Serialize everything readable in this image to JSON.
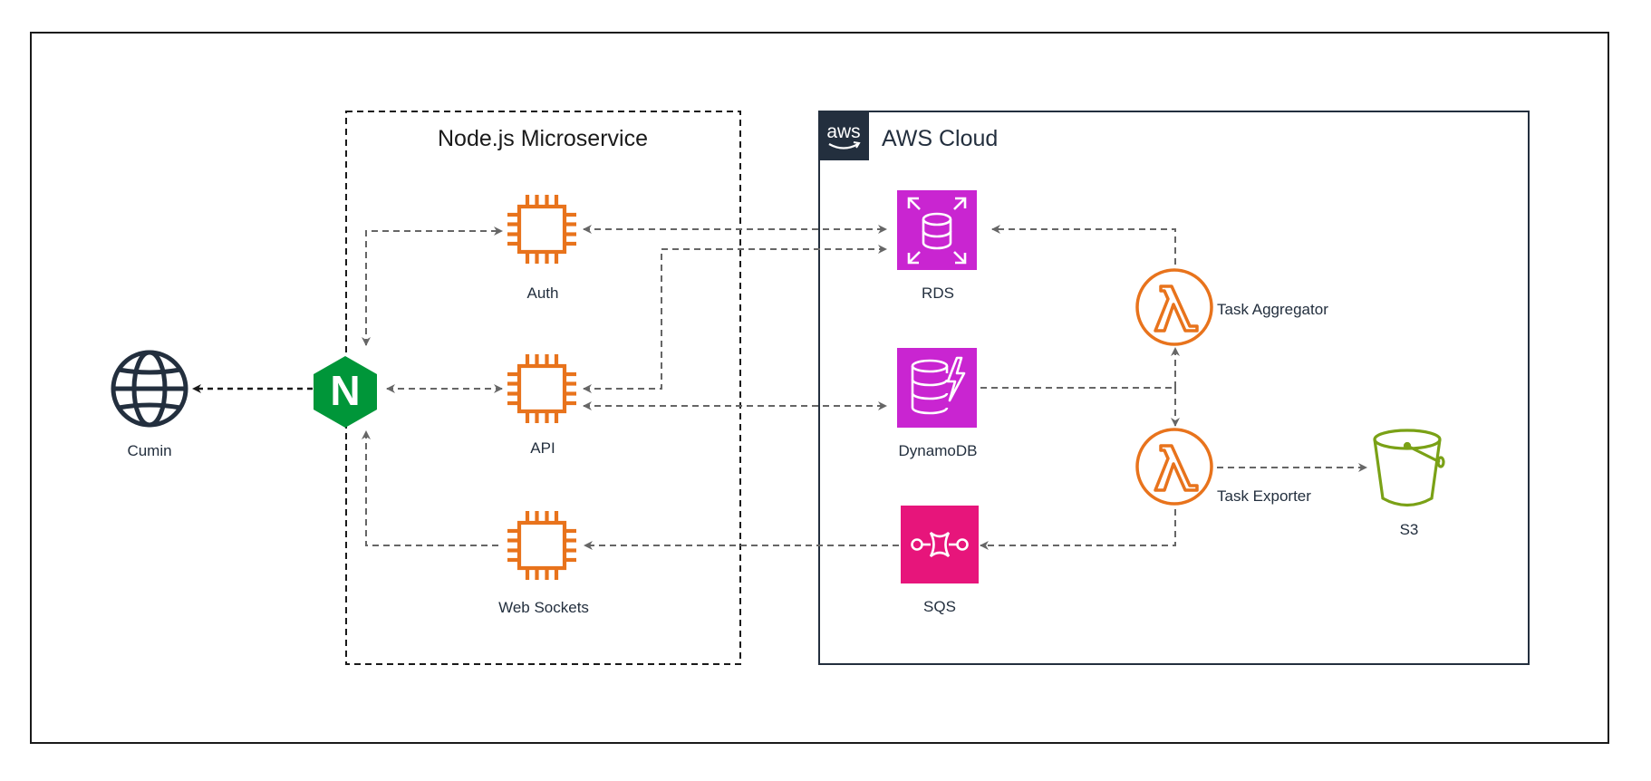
{
  "groups": {
    "node_microservice": {
      "title": "Node.js Microservice"
    },
    "aws_cloud": {
      "title": "AWS Cloud",
      "logo_text": "aws"
    }
  },
  "nodes": {
    "cumin": {
      "label": "Cumin",
      "icon": "globe-icon"
    },
    "nginx": {
      "label": "",
      "icon": "nginx-icon",
      "letter": "N"
    },
    "auth": {
      "label": "Auth",
      "icon": "ec2-chip-icon"
    },
    "api": {
      "label": "API",
      "icon": "ec2-chip-icon"
    },
    "web_sockets": {
      "label": "Web Sockets",
      "icon": "ec2-chip-icon"
    },
    "rds": {
      "label": "RDS",
      "icon": "rds-icon"
    },
    "dynamodb": {
      "label": "DynamoDB",
      "icon": "dynamodb-icon"
    },
    "sqs": {
      "label": "SQS",
      "icon": "sqs-icon"
    },
    "task_aggregator": {
      "label": "Task Aggregator",
      "icon": "lambda-icon"
    },
    "task_exporter": {
      "label": "Task Exporter",
      "icon": "lambda-icon"
    },
    "s3": {
      "label": "S3",
      "icon": "s3-bucket-icon"
    }
  },
  "edges": [
    {
      "from": "nginx",
      "to": "cumin",
      "style": "dashed-dark"
    },
    {
      "from": "nginx",
      "to": "auth",
      "bidirectional": true
    },
    {
      "from": "nginx",
      "to": "api",
      "bidirectional": true
    },
    {
      "from": "web_sockets",
      "to": "nginx"
    },
    {
      "from": "auth",
      "to": "rds",
      "bidirectional": true
    },
    {
      "from": "api",
      "to": "rds",
      "bidirectional": true
    },
    {
      "from": "api",
      "to": "dynamodb",
      "bidirectional": true
    },
    {
      "from": "task_aggregator",
      "to": "rds"
    },
    {
      "from": "dynamodb",
      "to": "task_aggregator"
    },
    {
      "from": "dynamodb",
      "to": "task_exporter"
    },
    {
      "from": "task_exporter",
      "to": "s3"
    },
    {
      "from": "task_exporter",
      "to": "sqs"
    },
    {
      "from": "sqs",
      "to": "web_sockets"
    }
  ],
  "colors": {
    "ec2_orange": "#e8731c",
    "rds_purple": "#c925d1",
    "sqs_pink": "#e7157b",
    "lambda_orange": "#e8731c",
    "s3_green": "#7aa116",
    "nginx_green": "#009639",
    "aws_dark": "#232f3e",
    "globe": "#232f3e",
    "edge_gray": "#666666"
  }
}
